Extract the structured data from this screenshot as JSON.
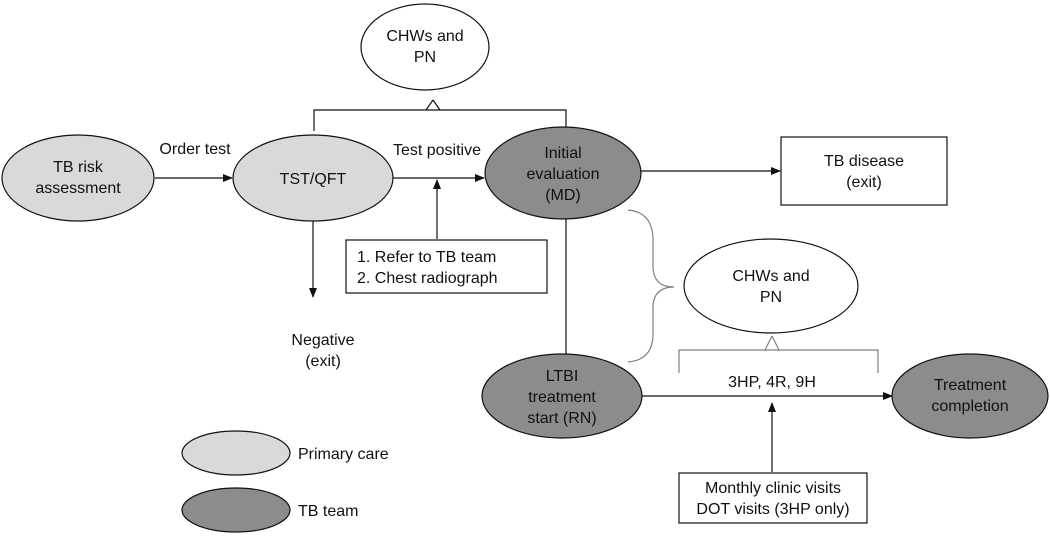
{
  "nodes": {
    "chw_pn_top": [
      "CHWs and",
      "PN"
    ],
    "tb_risk": [
      "TB risk",
      "assessment"
    ],
    "tst_qft": [
      "TST/QFT"
    ],
    "initial_eval": [
      "Initial",
      "evaluation",
      "(MD)"
    ],
    "tb_disease": [
      "TB disease",
      "(exit)"
    ],
    "refer_box": [
      "1. Refer to TB team",
      "2. Chest radiograph"
    ],
    "negative": [
      "Negative",
      "(exit)"
    ],
    "chw_pn_mid": [
      "CHWs and",
      "PN"
    ],
    "ltbi_start": [
      "LTBI",
      "treatment",
      "start (RN)"
    ],
    "treatment_completion": [
      "Treatment",
      "completion"
    ],
    "monthly_box": [
      "Monthly clinic visits",
      "DOT visits (3HP only)"
    ]
  },
  "edges": {
    "order_test": "Order test",
    "test_positive": "Test positive",
    "regimens": "3HP, 4R, 9H"
  },
  "legend": {
    "primary_care": "Primary care",
    "tb_team": "TB team"
  },
  "colors": {
    "primary_care": "#d9d9d9",
    "tb_team": "#8c8c8c",
    "white": "#ffffff",
    "stroke": "#111111",
    "brace": "#7f7f7f"
  }
}
